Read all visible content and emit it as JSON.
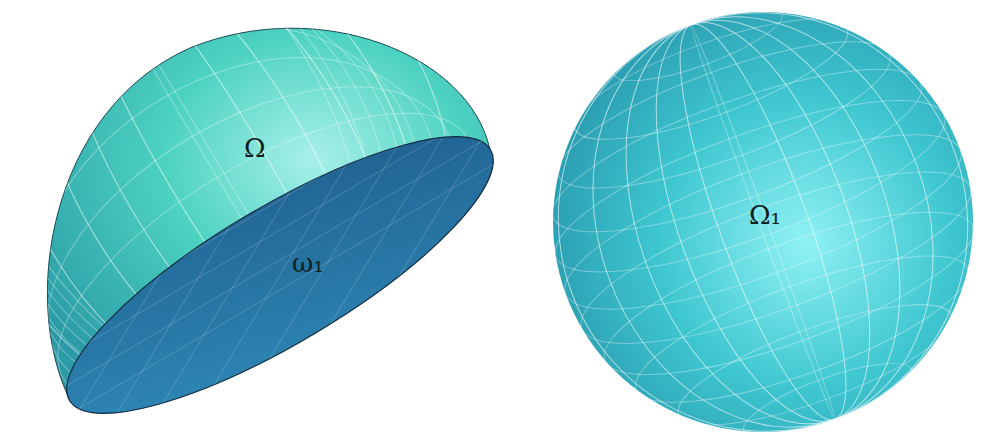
{
  "diagram": {
    "labels": [
      "Ω",
      "ω₁",
      "Ω₁"
    ]
  }
}
